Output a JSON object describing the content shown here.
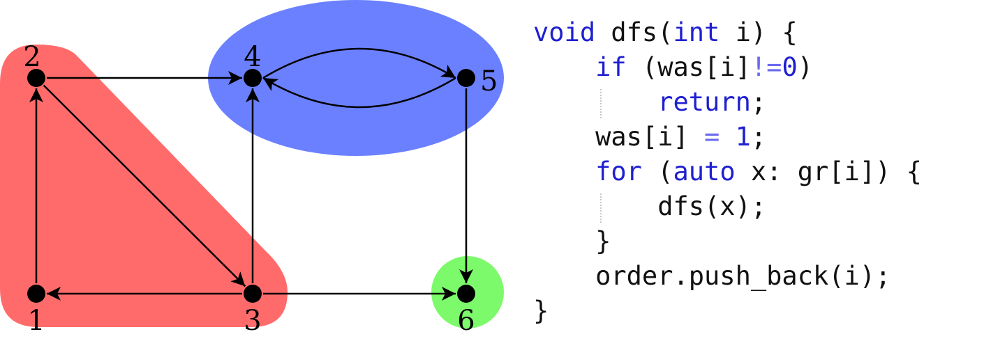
{
  "colors": {
    "region_red": "#ff6b6b",
    "region_blue": "#6b80ff",
    "region_green": "#7dfa6b",
    "keyword": "#1f1fd1",
    "operator": "#6a6af0"
  },
  "graph": {
    "nodes": [
      {
        "id": "1",
        "label": "1"
      },
      {
        "id": "2",
        "label": "2"
      },
      {
        "id": "3",
        "label": "3"
      },
      {
        "id": "4",
        "label": "4"
      },
      {
        "id": "5",
        "label": "5"
      },
      {
        "id": "6",
        "label": "6"
      }
    ],
    "edges": [
      {
        "from": "1",
        "to": "2"
      },
      {
        "from": "2",
        "to": "4"
      },
      {
        "from": "2",
        "to": "3"
      },
      {
        "from": "3",
        "to": "1"
      },
      {
        "from": "3",
        "to": "4"
      },
      {
        "from": "3",
        "to": "6"
      },
      {
        "from": "4",
        "to": "5"
      },
      {
        "from": "5",
        "to": "4"
      },
      {
        "from": "5",
        "to": "6"
      }
    ],
    "components": [
      {
        "nodes": [
          "1",
          "2",
          "3"
        ],
        "color": "#ff6b6b"
      },
      {
        "nodes": [
          "4",
          "5"
        ],
        "color": "#6b80ff"
      },
      {
        "nodes": [
          "6"
        ],
        "color": "#7dfa6b"
      }
    ]
  },
  "code": {
    "lines": [
      [
        {
          "t": "void",
          "c": "kw"
        },
        {
          "t": " dfs("
        },
        {
          "t": "int",
          "c": "kw"
        },
        {
          "t": " i) {"
        }
      ],
      [
        {
          "t": "    "
        },
        {
          "t": "if",
          "c": "kw"
        },
        {
          "t": " (was[i]"
        },
        {
          "t": "!=",
          "c": "op"
        },
        {
          "t": "0",
          "c": "num"
        },
        {
          "t": ")"
        }
      ],
      [
        {
          "t": "        "
        },
        {
          "t": "return",
          "c": "kw"
        },
        {
          "t": ";"
        }
      ],
      [
        {
          "t": "    was[i] "
        },
        {
          "t": "=",
          "c": "op"
        },
        {
          "t": " "
        },
        {
          "t": "1",
          "c": "num"
        },
        {
          "t": ";"
        }
      ],
      [
        {
          "t": "    "
        },
        {
          "t": "for",
          "c": "kw"
        },
        {
          "t": " ("
        },
        {
          "t": "auto",
          "c": "kw"
        },
        {
          "t": " x: gr[i]) {"
        }
      ],
      [
        {
          "t": "        dfs(x);"
        }
      ],
      [
        {
          "t": "    }"
        }
      ],
      [
        {
          "t": "    order.push_back(i);"
        }
      ],
      [
        {
          "t": "}"
        }
      ]
    ]
  }
}
